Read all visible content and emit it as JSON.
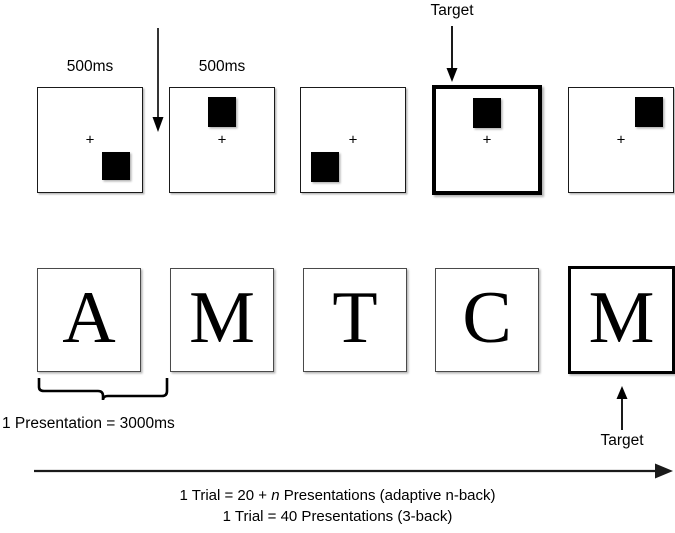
{
  "figure": {
    "title_top_arrow_label": "Target",
    "title_bottom_arrow_label": "Target"
  },
  "spatial_row": {
    "duration_labels": [
      "500ms",
      "500ms"
    ],
    "fixation_glyph": "+",
    "frames": [
      {
        "index": 1,
        "square_position": "bottom-right",
        "is_target": false
      },
      {
        "index": 2,
        "square_position": "top-center",
        "is_target": false
      },
      {
        "index": 3,
        "square_position": "bottom-left",
        "is_target": false
      },
      {
        "index": 4,
        "square_position": "top-center",
        "is_target": true
      },
      {
        "index": 5,
        "square_position": "top-right",
        "is_target": false
      }
    ]
  },
  "letter_row": {
    "frames": [
      {
        "index": 1,
        "letter": "A",
        "is_target": false
      },
      {
        "index": 2,
        "letter": "M",
        "is_target": false
      },
      {
        "index": 3,
        "letter": "T",
        "is_target": false
      },
      {
        "index": 4,
        "letter": "C",
        "is_target": false
      },
      {
        "index": 5,
        "letter": "M",
        "is_target": true
      }
    ]
  },
  "annotations": {
    "presentation_duration": "1 Presentation = 3000ms",
    "trial_line_1_prefix": "1 Trial = 20 + ",
    "trial_line_1_italic": "n",
    "trial_line_1_suffix": " Presentations (adaptive n-back)",
    "trial_line_2": "1 Trial = 40 Presentations (3-back)"
  },
  "colors": {
    "ink": "#000000",
    "frame_border": "#1a1a1a",
    "letter_frame_border": "#4a4a4a",
    "background": "#ffffff"
  }
}
